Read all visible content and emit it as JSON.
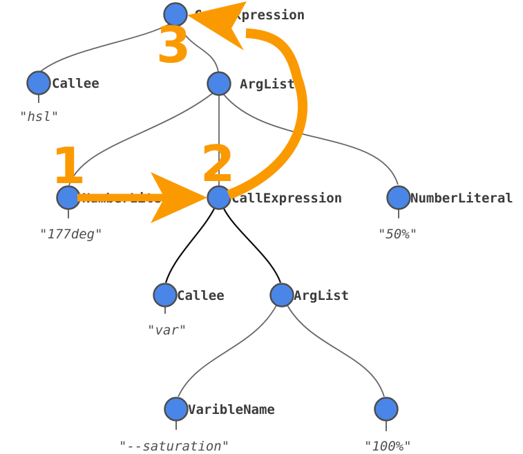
{
  "diagram": {
    "kind": "syntax-tree",
    "colors": {
      "node_fill": "#4a86e8",
      "node_stroke": "#4d4d4d",
      "edge_gray": "#666666",
      "edge_black": "#0d0d0d",
      "annotation_orange": "#fb9a00",
      "label_text": "#3b3b3b",
      "leaf_text": "#4f4f4f"
    }
  },
  "nodes": {
    "root": {
      "label": "CallExpression"
    },
    "callee_hsl": {
      "label": "Callee",
      "value": "\"hsl\""
    },
    "arglist_outer": {
      "label": "ArgList"
    },
    "numberliteral_deg": {
      "label": "NumberLiteral",
      "value": "\"177deg\""
    },
    "callexpression_var": {
      "label": "CallExpression"
    },
    "numberliteral_50": {
      "label": "NumberLiteral",
      "value": "\"50%\""
    },
    "callee_var": {
      "label": "Callee",
      "value": "\"var\""
    },
    "arglist_inner": {
      "label": "ArgList"
    },
    "variblename": {
      "label": "VaribleName",
      "value": "\"--saturation\""
    },
    "numberliteral_100": {
      "value": "\"100%\""
    }
  },
  "annotations": {
    "step_1": "1",
    "step_2": "2",
    "step_3": "3"
  }
}
